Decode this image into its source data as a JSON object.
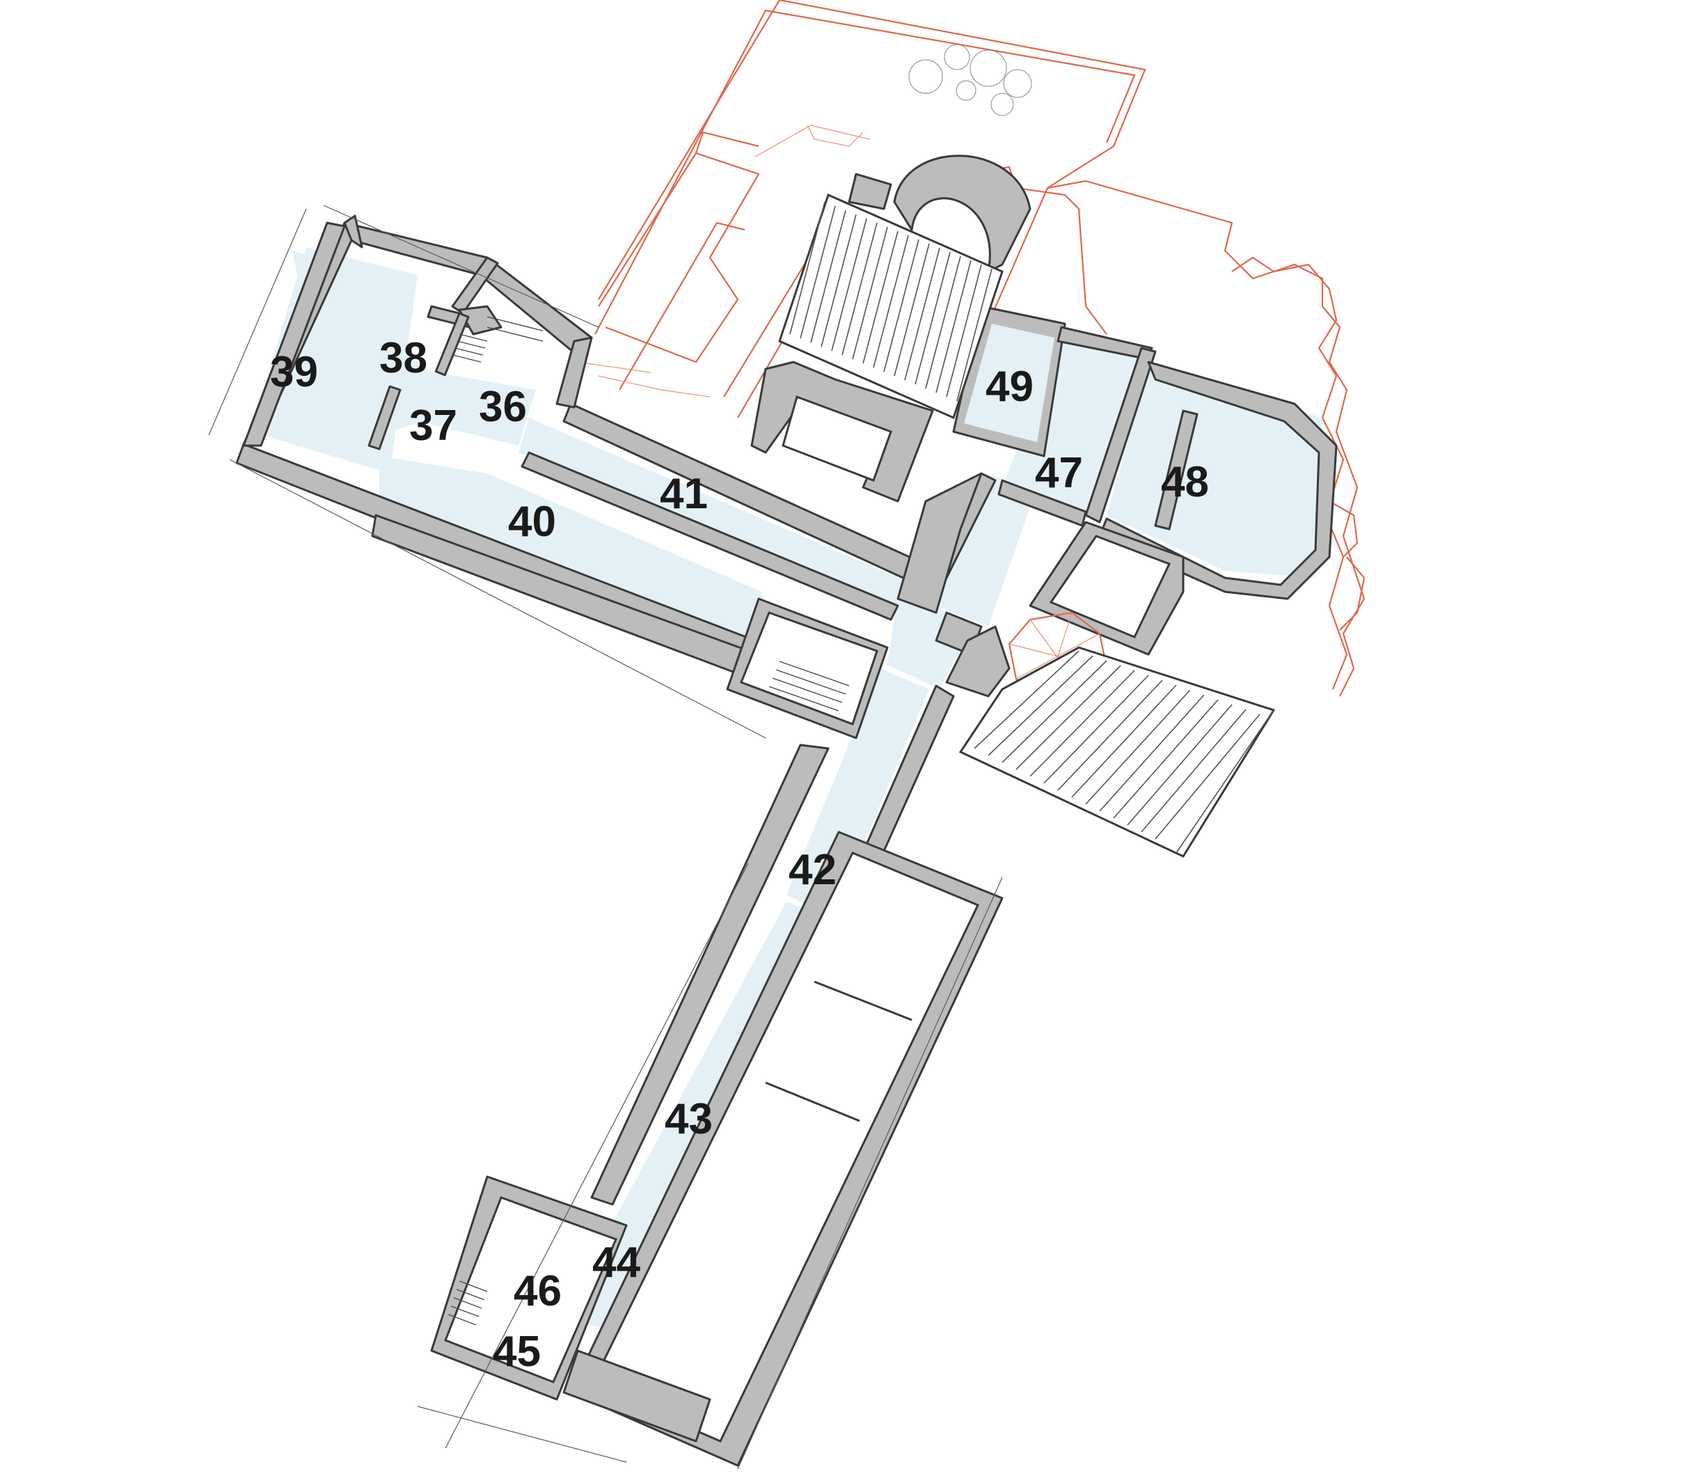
{
  "plan": {
    "rooms": [
      {
        "id": "room-36",
        "label": "36"
      },
      {
        "id": "room-37",
        "label": "37"
      },
      {
        "id": "room-38",
        "label": "38"
      },
      {
        "id": "room-39",
        "label": "39"
      },
      {
        "id": "room-40",
        "label": "40"
      },
      {
        "id": "room-41",
        "label": "41"
      },
      {
        "id": "room-42",
        "label": "42"
      },
      {
        "id": "room-43",
        "label": "43"
      },
      {
        "id": "room-44",
        "label": "44"
      },
      {
        "id": "room-45",
        "label": "45"
      },
      {
        "id": "room-46",
        "label": "46"
      },
      {
        "id": "room-47",
        "label": "47"
      },
      {
        "id": "room-48",
        "label": "48"
      },
      {
        "id": "room-49",
        "label": "49"
      }
    ],
    "colors": {
      "room_fill": "#e3f1f7",
      "wall_fill": "#bcbcbc",
      "wall_stroke": "#3a3a3a",
      "historic_outline": "#e2674a"
    }
  }
}
